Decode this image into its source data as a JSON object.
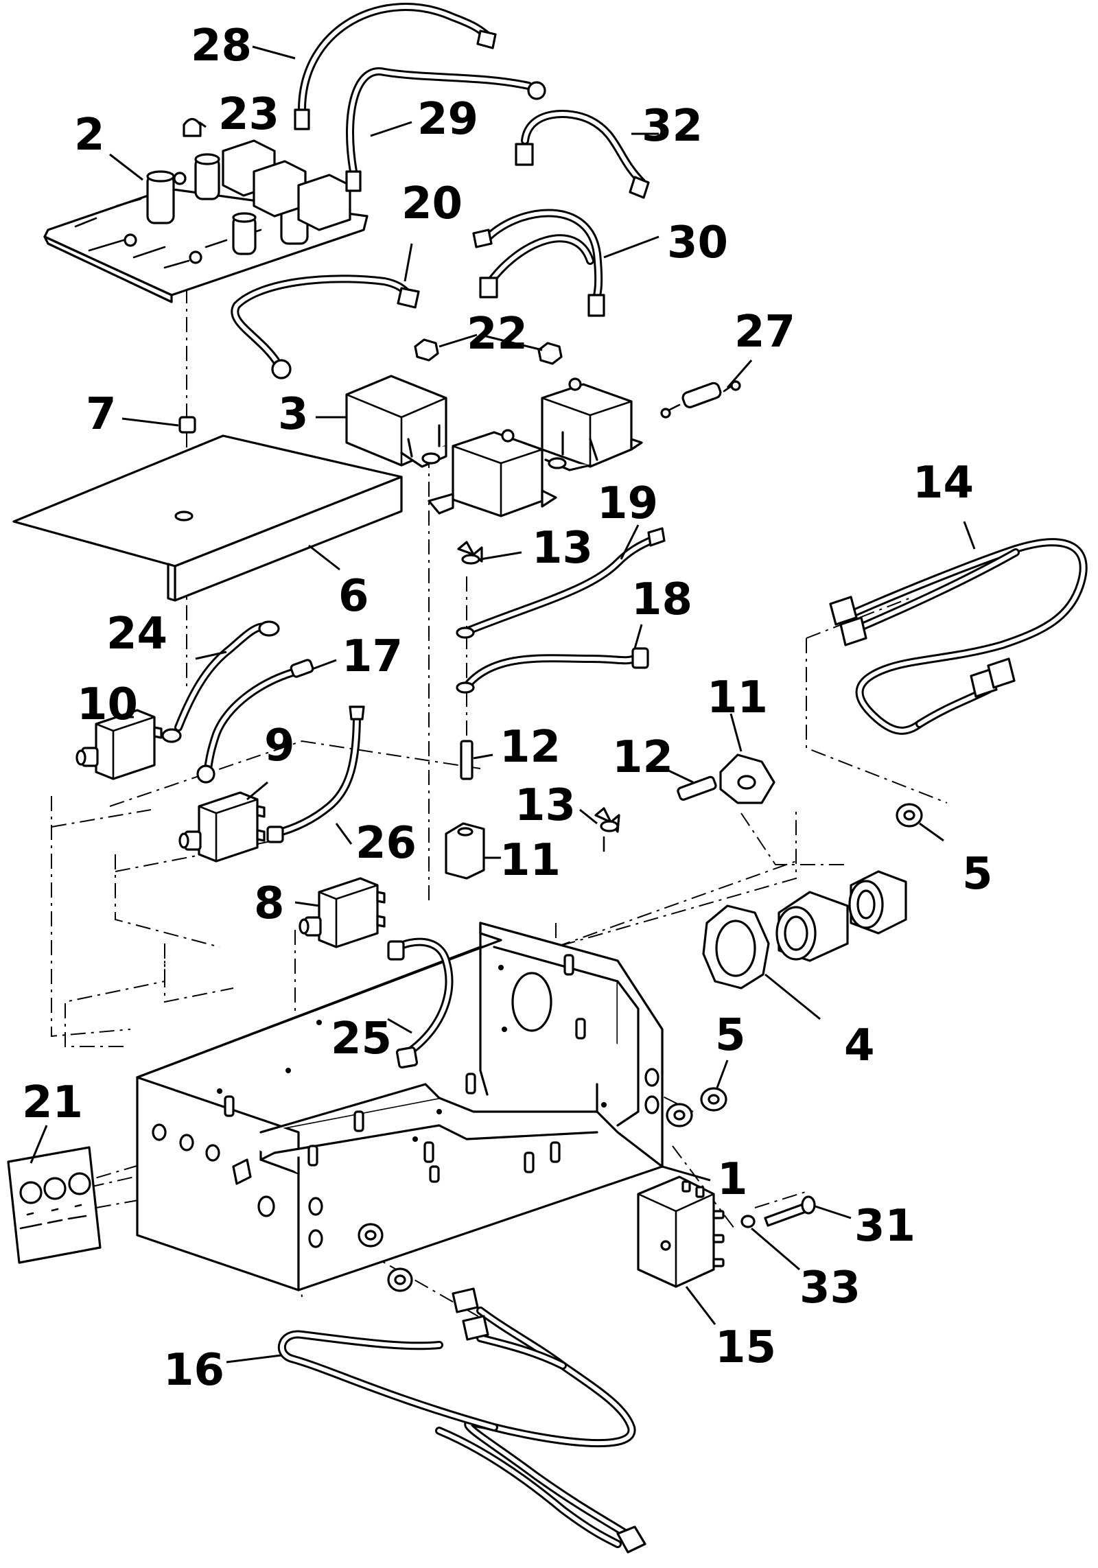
{
  "callouts": [
    {
      "id": "c1",
      "label": "1"
    },
    {
      "id": "c2",
      "label": "2"
    },
    {
      "id": "c3",
      "label": "3"
    },
    {
      "id": "c4",
      "label": "4"
    },
    {
      "id": "c5a",
      "label": "5"
    },
    {
      "id": "c5b",
      "label": "5"
    },
    {
      "id": "c6",
      "label": "6"
    },
    {
      "id": "c7",
      "label": "7"
    },
    {
      "id": "c8",
      "label": "8"
    },
    {
      "id": "c9",
      "label": "9"
    },
    {
      "id": "c10",
      "label": "10"
    },
    {
      "id": "c11a",
      "label": "11"
    },
    {
      "id": "c11b",
      "label": "11"
    },
    {
      "id": "c12a",
      "label": "12"
    },
    {
      "id": "c12b",
      "label": "12"
    },
    {
      "id": "c13a",
      "label": "13"
    },
    {
      "id": "c13b",
      "label": "13"
    },
    {
      "id": "c14",
      "label": "14"
    },
    {
      "id": "c15",
      "label": "15"
    },
    {
      "id": "c16",
      "label": "16"
    },
    {
      "id": "c17",
      "label": "17"
    },
    {
      "id": "c18",
      "label": "18"
    },
    {
      "id": "c19",
      "label": "19"
    },
    {
      "id": "c20",
      "label": "20"
    },
    {
      "id": "c21",
      "label": "21"
    },
    {
      "id": "c22",
      "label": "22"
    },
    {
      "id": "c23",
      "label": "23"
    },
    {
      "id": "c24",
      "label": "24"
    },
    {
      "id": "c25",
      "label": "25"
    },
    {
      "id": "c26",
      "label": "26"
    },
    {
      "id": "c27",
      "label": "27"
    },
    {
      "id": "c28",
      "label": "28"
    },
    {
      "id": "c29",
      "label": "29"
    },
    {
      "id": "c30",
      "label": "30"
    },
    {
      "id": "c31",
      "label": "31"
    },
    {
      "id": "c32",
      "label": "32"
    },
    {
      "id": "c33",
      "label": "33"
    }
  ]
}
